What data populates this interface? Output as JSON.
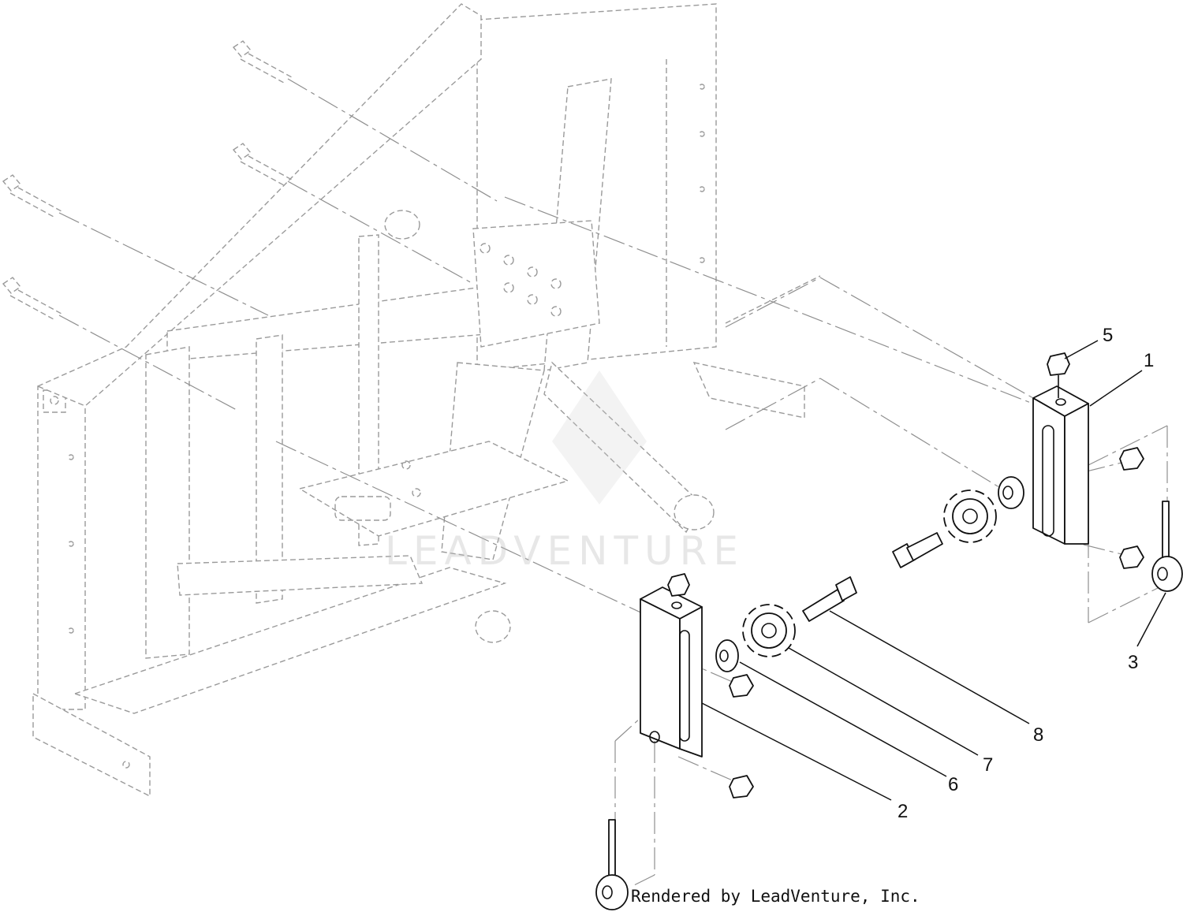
{
  "diagram": {
    "callouts": [
      {
        "id": "1",
        "label": "1"
      },
      {
        "id": "2",
        "label": "2"
      },
      {
        "id": "3",
        "label": "3"
      },
      {
        "id": "5",
        "label": "5"
      },
      {
        "id": "6",
        "label": "6"
      },
      {
        "id": "7",
        "label": "7"
      },
      {
        "id": "8",
        "label": "8"
      }
    ],
    "watermark": "LEADVENTURE",
    "credit": "Rendered by LeadVenture, Inc."
  }
}
